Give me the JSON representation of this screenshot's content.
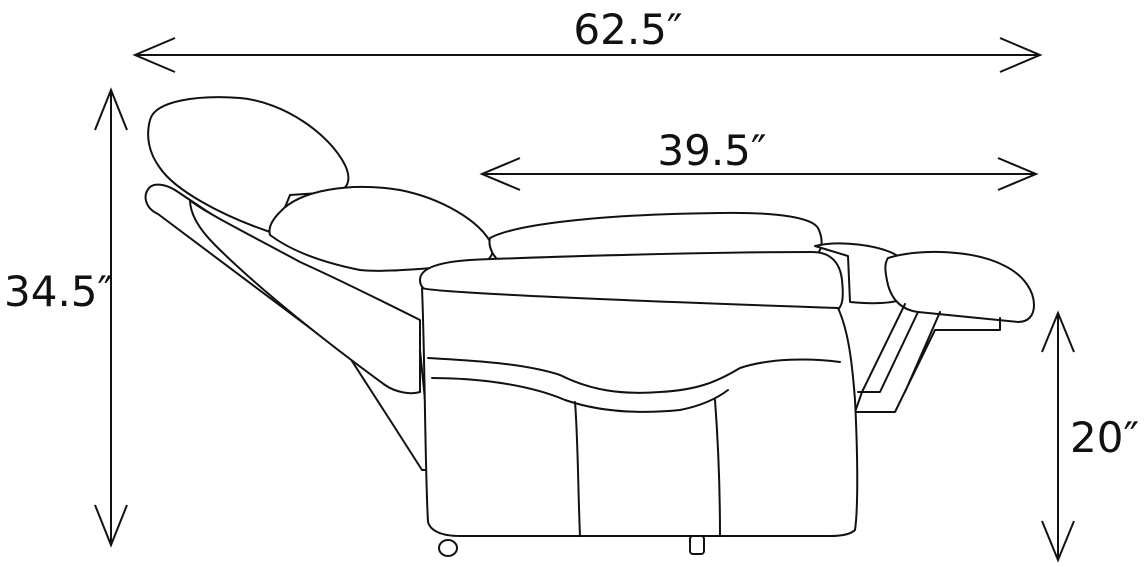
{
  "diagram": {
    "subject": "reclining-chair-side-view",
    "line_color": "#111111",
    "background": "#ffffff",
    "dimensions": {
      "overall_length": "62.5″",
      "seat_to_footrest_length": "39.5″",
      "overall_height": "34.5″",
      "footrest_height": "20″"
    }
  }
}
